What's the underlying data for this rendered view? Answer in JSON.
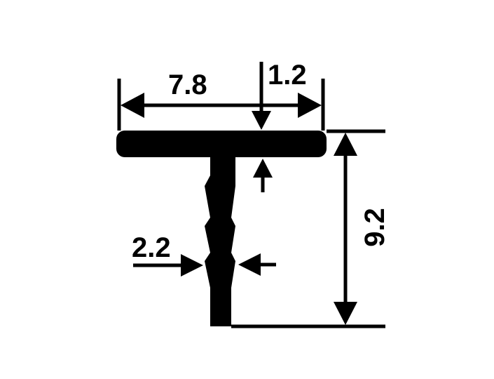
{
  "diagram": {
    "dimensions": {
      "top_width": "7.8",
      "flange_thickness": "1.2",
      "barb_width": "2.2",
      "total_height": "9.2"
    },
    "colors": {
      "profile": "#000000",
      "background": "#ffffff"
    }
  }
}
